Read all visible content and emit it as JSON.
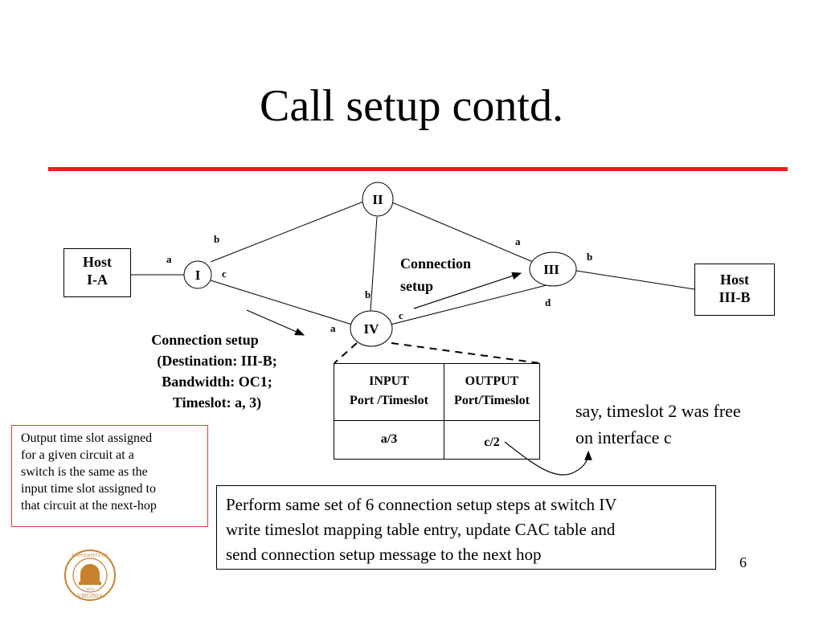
{
  "slide": {
    "title": "Call setup contd.",
    "page_number": "6"
  },
  "colors": {
    "accent_rule": "#e8201c",
    "note_border": "#e03a3a",
    "seal": "#c9812f"
  },
  "diagram": {
    "nodes": {
      "I": "I",
      "II": "II",
      "III": "III",
      "IV": "IV"
    },
    "hosts": {
      "host_a": [
        "Host",
        "I-A"
      ],
      "host_b": [
        "Host",
        "III-B"
      ]
    },
    "port_labels": {
      "host_a_I": "a",
      "I_II": "b",
      "I_IV": "c",
      "II_III": "a",
      "II_IV": "b",
      "III_host_b": "b",
      "III_IV": "d",
      "IV_from_I": "a",
      "IV_to_III": "c"
    },
    "connection_label": [
      "Connection",
      "setup"
    ],
    "setup_message": [
      "Connection setup",
      "(Destination: III-B;",
      "Bandwidth: OC1;",
      "Timeslot: a, 3)"
    ]
  },
  "mapping_table": {
    "col1_header": [
      "INPUT",
      "Port /Timeslot"
    ],
    "col2_header": [
      "OUTPUT",
      "Port/Timeslot"
    ],
    "col1_value": "a/3",
    "col2_value": "c/2"
  },
  "free_note": [
    "say, timeslot 2 was free",
    "on interface c"
  ],
  "left_note": [
    "Output time slot assigned",
    "for a given circuit at a",
    "switch is the same as the",
    "input time slot assigned to",
    "that circuit at the next-hop"
  ],
  "bottom_note": [
    "Perform same set of 6 connection setup steps at switch IV",
    "write timeslot mapping table entry, update CAC table and",
    "send connection setup message to the next hop"
  ],
  "seal": {
    "text_top": "UNIVERSITY OF",
    "text_bottom": "VIRGINIA",
    "year": "1819"
  }
}
